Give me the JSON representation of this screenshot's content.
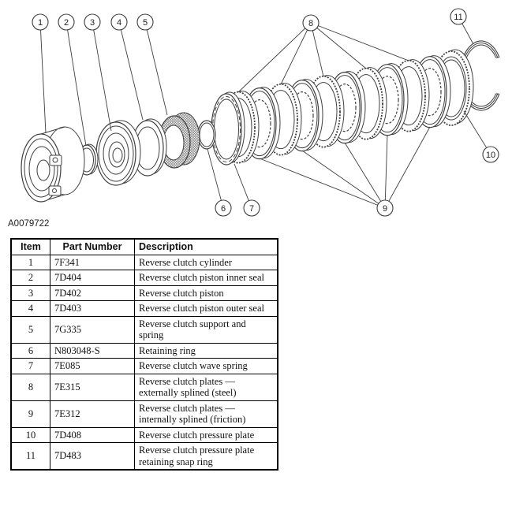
{
  "figure": {
    "id_label": "A0079722",
    "callout_numbers": [
      "1",
      "2",
      "3",
      "4",
      "5",
      "6",
      "7",
      "8",
      "9",
      "10",
      "11"
    ]
  },
  "parts_table": {
    "columns": [
      "Item",
      "Part Number",
      "Description"
    ],
    "rows": [
      {
        "item": "1",
        "part_number": "7F341",
        "description": "Reverse clutch cylinder"
      },
      {
        "item": "2",
        "part_number": "7D404",
        "description": "Reverse clutch piston inner seal"
      },
      {
        "item": "3",
        "part_number": "7D402",
        "description": "Reverse clutch piston"
      },
      {
        "item": "4",
        "part_number": "7D403",
        "description": "Reverse clutch piston outer seal"
      },
      {
        "item": "5",
        "part_number": "7G335",
        "description": "Reverse clutch support and spring"
      },
      {
        "item": "6",
        "part_number": "N803048-S",
        "description": "Retaining ring"
      },
      {
        "item": "7",
        "part_number": "7E085",
        "description": "Reverse clutch wave spring"
      },
      {
        "item": "8",
        "part_number": "7E315",
        "description": "Reverse clutch plates — externally splined (steel)"
      },
      {
        "item": "9",
        "part_number": "7E312",
        "description": "Reverse clutch plates — internally splined (friction)"
      },
      {
        "item": "10",
        "part_number": "7D408",
        "description": "Reverse clutch pressure plate"
      },
      {
        "item": "11",
        "part_number": "7D483",
        "description": "Reverse clutch pressure plate retaining snap ring"
      }
    ]
  },
  "colors": {
    "diagram_line": "#3f3f3f",
    "text": "#111111",
    "table_border": "#000000",
    "background": "#ffffff"
  }
}
